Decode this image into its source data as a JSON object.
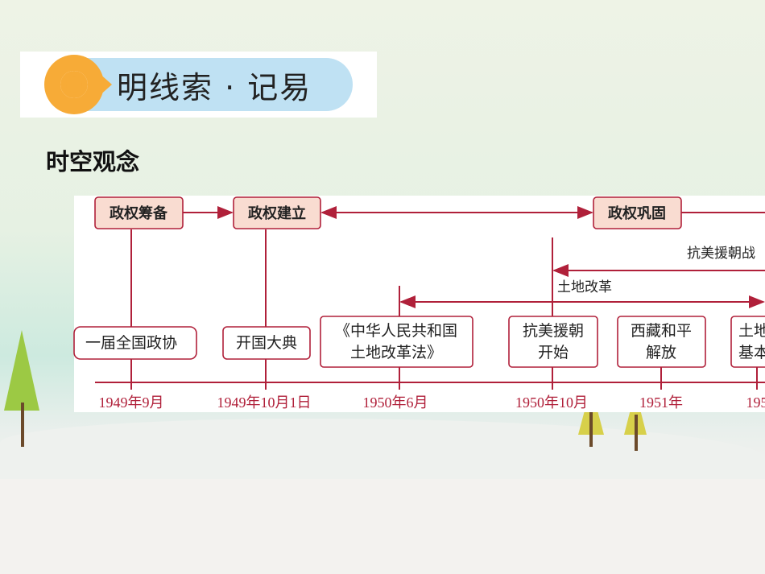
{
  "banner": {
    "title": "明线索 · 记易",
    "icon": "target-icon",
    "accent": "#f7ab37",
    "pill_color": "#bfe1f3"
  },
  "section_title": "时空观念",
  "diagram": {
    "phases": [
      "政权筹备",
      "政权建立",
      "政权巩固"
    ],
    "spans": [
      "抗美援朝战",
      "土地改革"
    ],
    "events": [
      {
        "lines": [
          "一届全国政协"
        ],
        "date": "1949年9月"
      },
      {
        "lines": [
          "开国大典"
        ],
        "date": "1949年10月1日"
      },
      {
        "lines": [
          "《中华人民共和国",
          "土地改革法》"
        ],
        "date": "1950年6月"
      },
      {
        "lines": [
          "抗美援朝",
          "开始"
        ],
        "date": "1950年10月"
      },
      {
        "lines": [
          "西藏和平",
          "解放"
        ],
        "date": "1951年"
      },
      {
        "lines": [
          "土地",
          "基本"
        ],
        "date": "195"
      }
    ],
    "line_color": "#b0203a"
  }
}
